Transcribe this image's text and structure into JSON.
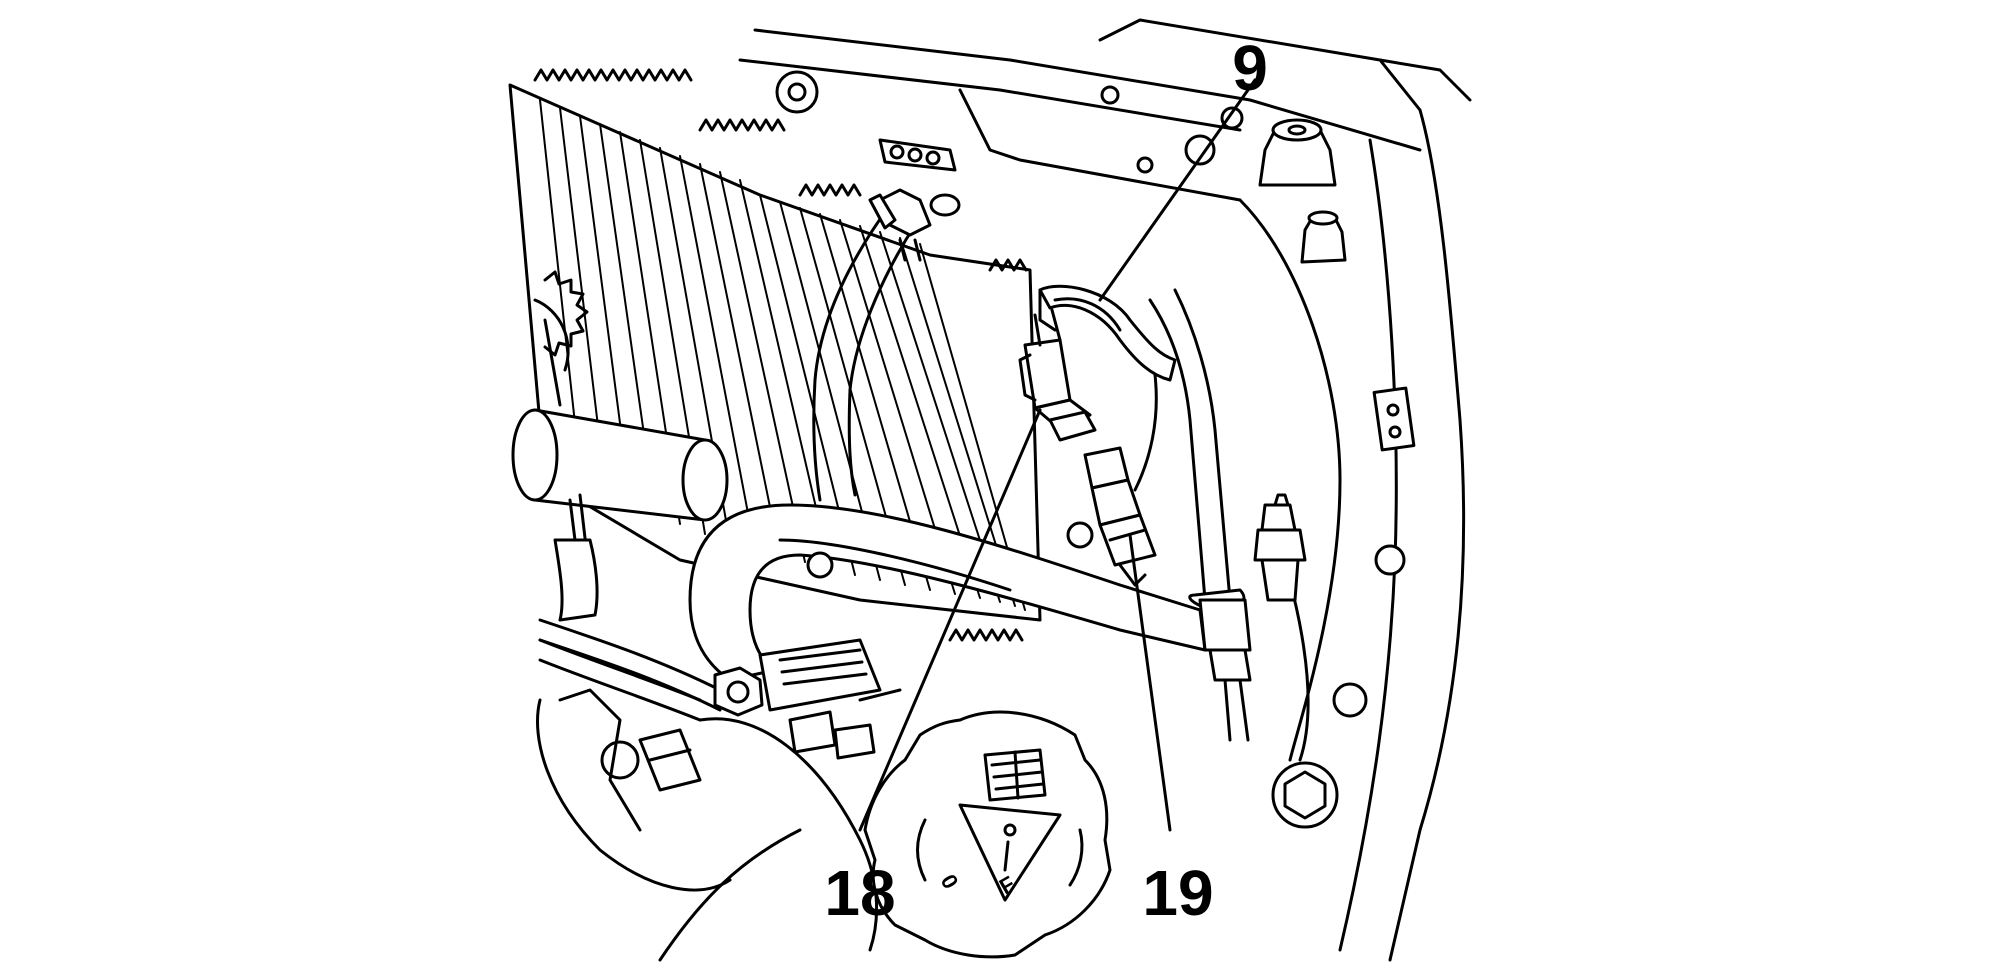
{
  "callouts": {
    "part_9": "9",
    "part_18": "18",
    "part_19": "19"
  },
  "cap_text": {
    "left": "0",
    "right": "F"
  }
}
